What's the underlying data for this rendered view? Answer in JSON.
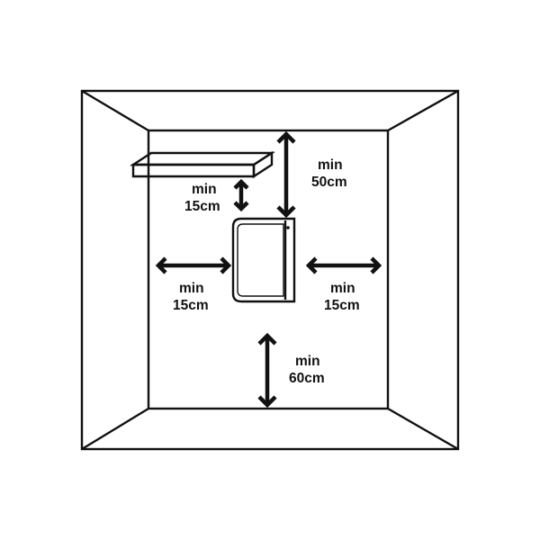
{
  "clearances": {
    "top": {
      "line1": "min",
      "line2": "50cm"
    },
    "shelf": {
      "line1": "min",
      "line2": "15cm"
    },
    "left": {
      "line1": "min",
      "line2": "15cm"
    },
    "right": {
      "line1": "min",
      "line2": "15cm"
    },
    "bottom": {
      "line1": "min",
      "line2": "60cm"
    }
  },
  "colors": {
    "line": "#111111",
    "background": "#ffffff"
  }
}
